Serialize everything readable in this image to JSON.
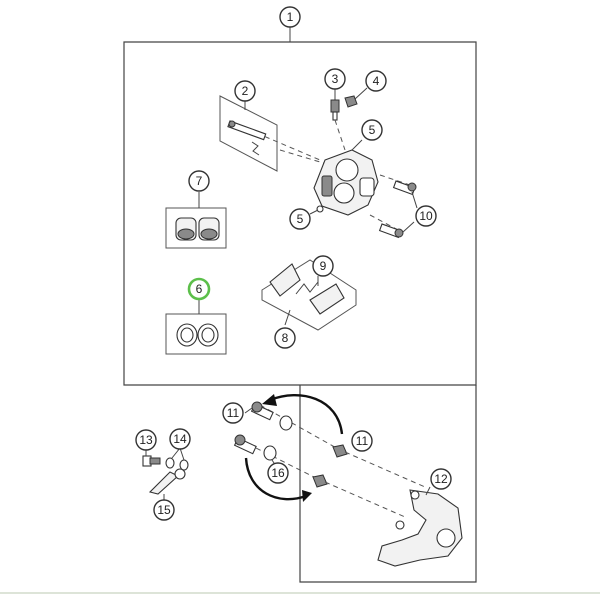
{
  "callouts": {
    "c1": "1",
    "c2": "2",
    "c3": "3",
    "c4": "4",
    "c5_top": "5",
    "c5_bottom": "5",
    "c6": "6",
    "c7": "7",
    "c8": "8",
    "c9": "9",
    "c10": "10",
    "c11_left": "11",
    "c11_right": "11",
    "c12": "12",
    "c13": "13",
    "c14": "14",
    "c15": "15",
    "c16": "16"
  },
  "highlight_color": "#5cbf4a",
  "highlighted_callout": "6"
}
